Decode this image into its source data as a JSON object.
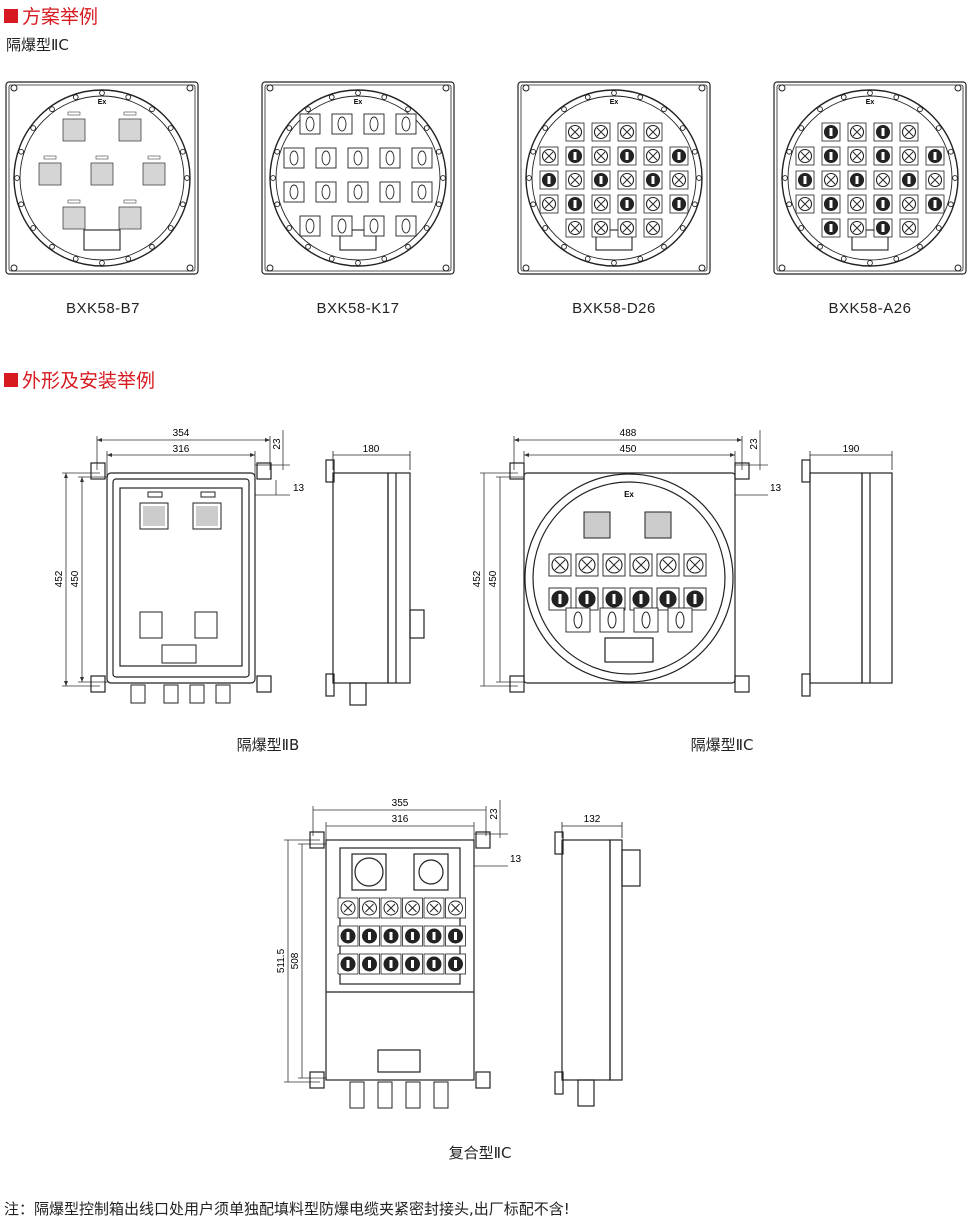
{
  "sections": {
    "scheme_title": "方案举例",
    "install_title": "外形及安装举例"
  },
  "scheme_subtitle": "隔爆型ⅡC",
  "ex_mark": "Ex",
  "models": [
    "BXK58-B7",
    "BXK58-K17",
    "BXK58-D26",
    "BXK58-A26"
  ],
  "drawings": {
    "iib": {
      "caption": "隔爆型ⅡB",
      "width_outer": "354",
      "width_inner": "316",
      "height_outer": "452",
      "height_inner": "450",
      "offset_top": "23",
      "offset_side": "13",
      "depth": "180"
    },
    "iic": {
      "caption": "隔爆型ⅡC",
      "width_outer": "488",
      "width_inner": "450",
      "height_outer": "452",
      "height_inner": "450",
      "offset_top": "23",
      "offset_side": "13",
      "depth": "190"
    },
    "combo": {
      "caption": "复合型ⅡC",
      "width_outer": "355",
      "width_inner": "316",
      "height_outer": "511.5",
      "height_inner": "508",
      "offset_top": "23",
      "offset_side": "13",
      "depth": "132"
    }
  },
  "note": "注：隔爆型控制箱出线口处用户须单独配填料型防爆电缆夹紧密封接头,出厂标配不含!",
  "colors": {
    "accent": "#d71920",
    "line": "#222222"
  }
}
